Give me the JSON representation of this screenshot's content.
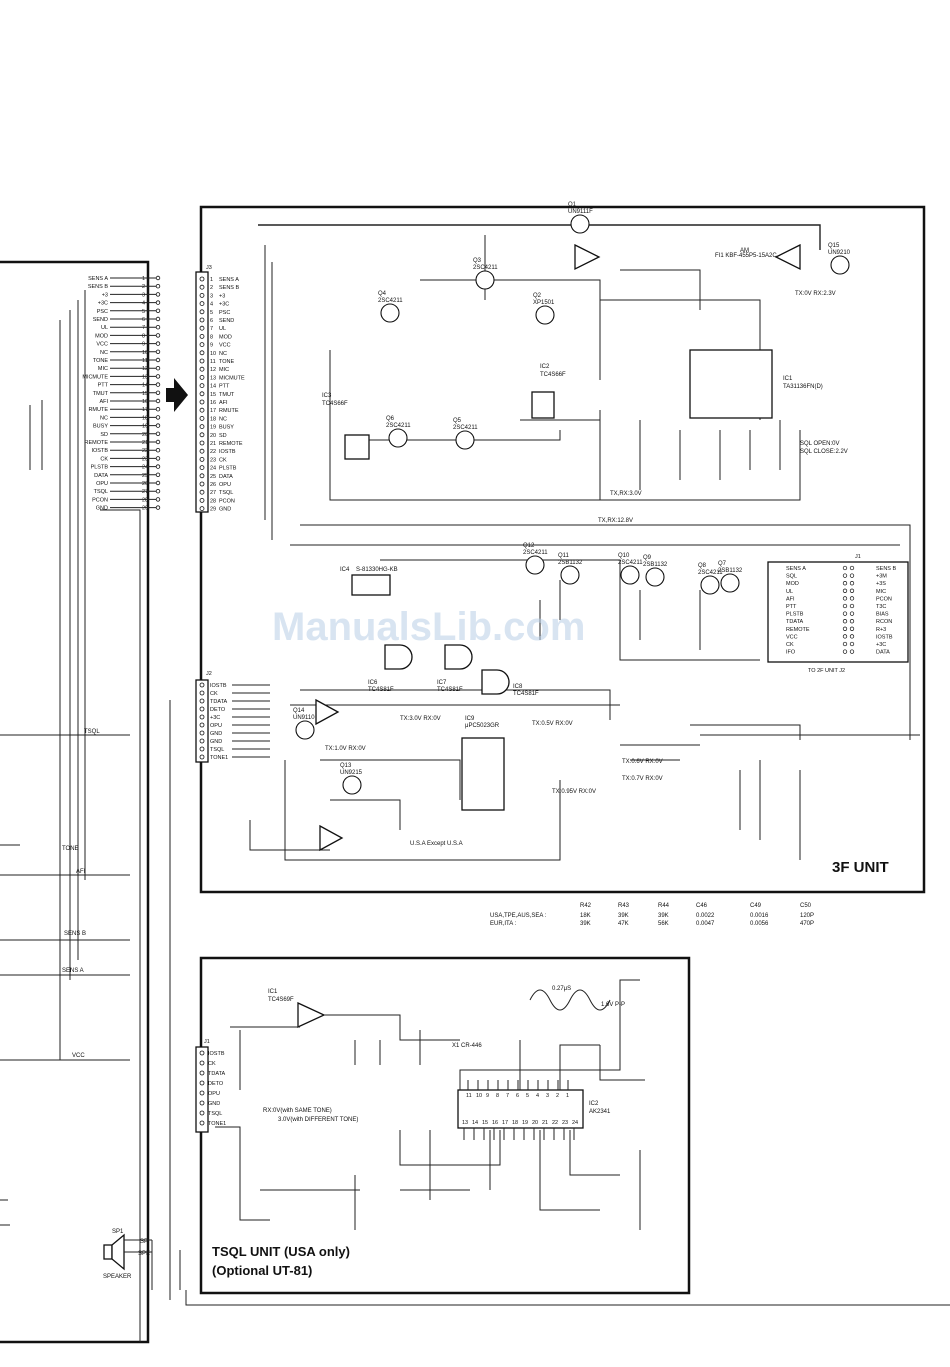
{
  "watermark": "ManualsLib.com",
  "unit_3f": {
    "title": "3F UNIT",
    "ics": [
      {
        "ref": "IC1",
        "part": "TA31136FN(D)"
      },
      {
        "ref": "IC2",
        "part": "TC4S66F"
      },
      {
        "ref": "IC3",
        "part": "TC4S66F"
      },
      {
        "ref": "IC4",
        "part": "S-81330HG-KB"
      },
      {
        "ref": "IC6",
        "part": "TC4S81F"
      },
      {
        "ref": "IC7",
        "part": "TC4S81F"
      },
      {
        "ref": "IC8",
        "part": "TC4S81F"
      },
      {
        "ref": "IC9",
        "part": "μPC5023GR"
      }
    ],
    "transistors": [
      {
        "ref": "Q1",
        "part": "UN9111F"
      },
      {
        "ref": "Q2",
        "part": "XP1501"
      },
      {
        "ref": "Q3",
        "part": "2SC4211"
      },
      {
        "ref": "Q4",
        "part": "2SC4211"
      },
      {
        "ref": "Q5",
        "part": "2SC4211"
      },
      {
        "ref": "Q6",
        "part": "2SC4211"
      },
      {
        "ref": "Q7",
        "part": "2SB1132"
      },
      {
        "ref": "Q8",
        "part": "2SC4211"
      },
      {
        "ref": "Q9",
        "part": "2SB1132"
      },
      {
        "ref": "Q10",
        "part": "2SC4211"
      },
      {
        "ref": "Q11",
        "part": "2SB1132"
      },
      {
        "ref": "Q12",
        "part": "2SC4211"
      },
      {
        "ref": "Q13",
        "part": "UN9215"
      },
      {
        "ref": "Q14",
        "part": "UN9110"
      },
      {
        "ref": "Q15",
        "part": "UN9210"
      }
    ],
    "filter": "FI1 KBF-455P5-15A2C",
    "notes": [
      "TX:0V RX:2.3V",
      "SQL OPEN:0V",
      "SQL CLOSE:2.2V",
      "TX,RX:3.0V",
      "TX,RX:12.8V",
      "TX:1.0V RX:0V",
      "TX:0.5V RX:0V",
      "TX:0.6V RX:0V",
      "TX:0.7V RX:0V",
      "TX:0.95V RX:0V",
      "TX:3.0V RX:0V",
      "U.S.A Except U.S.A",
      "TO 2F UNIT J2"
    ]
  },
  "j3": {
    "ref": "J3",
    "pins": [
      "SENS A",
      "SENS B",
      "+3",
      "+3C",
      "PSC",
      "SEND",
      "UL",
      "MOD",
      "VCC",
      "NC",
      "TONE",
      "MIC",
      "MICMUTE",
      "PTT",
      "TMUT",
      "AFI",
      "RMUTE",
      "NC",
      "BUSY",
      "SD",
      "REMOTE",
      "IOSTB",
      "CK",
      "PLSTB",
      "DATA",
      "OPU",
      "TSQL",
      "PCON",
      "GND"
    ]
  },
  "left_conn": {
    "pins": [
      "SENS A",
      "SENS B",
      "+3",
      "+3C",
      "PSC",
      "SEND",
      "UL",
      "MOD",
      "VCC",
      "NC",
      "TONE",
      "MIC",
      "MICMUTE",
      "PTT",
      "TMUT",
      "AFI",
      "RMUTE",
      "NC",
      "BUSY",
      "SD",
      "REMOTE",
      "IOSTB",
      "CK",
      "PLSTB",
      "DATA",
      "OPU",
      "TSQL",
      "PCON",
      "GND"
    ],
    "labels": [
      "TSQL",
      "TONE",
      "AFI",
      "SENS B",
      "SENS A",
      "VCC"
    ]
  },
  "j2": {
    "ref": "J2",
    "pins": [
      "IOSTB",
      "CK",
      "TDATA",
      "DETO",
      "+3C",
      "OPU",
      "GND",
      "GND",
      "TSQL",
      "TONE1"
    ]
  },
  "j1_3f": {
    "ref": "J1",
    "left": [
      "SENS A",
      "SQL",
      "MOD",
      "UL",
      "AFI",
      "PTT",
      "PLSTB",
      "TDATA",
      "REMOTE",
      "VCC",
      "CK",
      "IFO"
    ],
    "right": [
      "SENS B",
      "+3M",
      "+3S",
      "MIC",
      "PCON",
      "T3C",
      "BIAS",
      "RCON",
      "R+3",
      "IOSTB",
      "+3C",
      "DATA"
    ]
  },
  "variant_table": {
    "headers": [
      "",
      "R42",
      "R43",
      "R44",
      "C46",
      "C49",
      "C50"
    ],
    "rows": [
      [
        "USA,TPE,AUS,SEA :",
        "18K",
        "39K",
        "39K",
        "0.0022",
        "0.0016",
        "120P"
      ],
      [
        "EUR,ITA :",
        "39K",
        "47K",
        "56K",
        "0.0047",
        "0.0056",
        "470P"
      ]
    ]
  },
  "tsql": {
    "title": "TSQL UNIT (USA only)",
    "subtitle": "(Optional UT-81)",
    "ic1": {
      "ref": "IC1",
      "part": "TC4S69F"
    },
    "ic2": {
      "ref": "IC2",
      "part": "AK2341"
    },
    "j1_ref": "J1",
    "j1_pins": [
      "IOSTB",
      "CK",
      "TDATA",
      "DETO",
      "OPU",
      "GND",
      "TSQL",
      "TONE1"
    ],
    "note1": "RX:0V(with SAME TONE)",
    "note2": "3.0V(with DIFFERENT TONE)",
    "wave_label": "0.27μS",
    "wave_amp": "1.6V P-P",
    "xtal": "X1 CR-446",
    "ic2_pins_top": [
      "11",
      "10",
      "9",
      "8",
      "7",
      "6",
      "5",
      "4",
      "3",
      "2",
      "1"
    ],
    "ic2_pins_bottom": [
      "13",
      "14",
      "15",
      "16",
      "17",
      "18",
      "19",
      "20",
      "21",
      "22",
      "23",
      "24"
    ]
  },
  "speaker": {
    "ref": "SP1",
    "label": "SPEAKER",
    "pins": [
      "SP",
      "SPE"
    ]
  }
}
